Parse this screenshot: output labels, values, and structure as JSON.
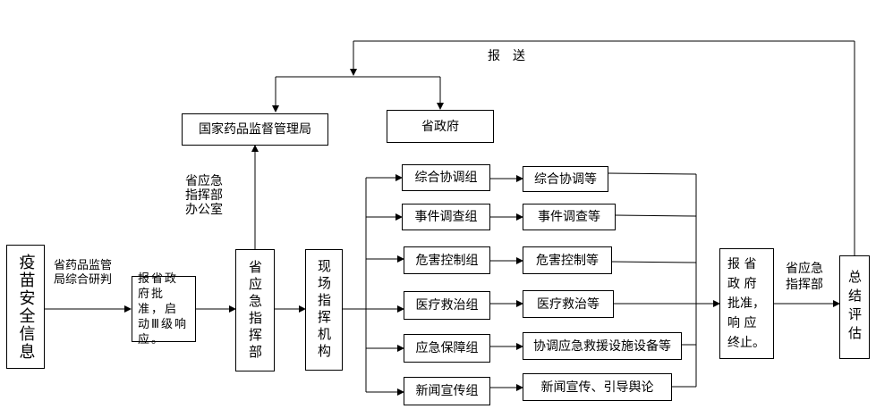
{
  "nodes": {
    "source": "疫苗安全信息",
    "report_approve": "报省政府批准，启动Ⅲ级响应。",
    "provincial_hq": "省应急指挥部",
    "onsite_command": "现场指挥机构",
    "nmpa": "国家药品监督管理局",
    "prov_gov": "省政府",
    "end_response_col1": "报省政府",
    "end_response_col2": "批准，响应终止。",
    "end_response_text": "报 省 政 府 批准， 响 应 终止。",
    "summary_eval": "总结评估"
  },
  "groups": [
    {
      "name": "综合协调组",
      "task": "综合协调等"
    },
    {
      "name": "事件调查组",
      "task": "事件调查等"
    },
    {
      "name": "危害控制组",
      "task": "危害控制等"
    },
    {
      "name": "医疗救治组",
      "task": "医疗救治等"
    },
    {
      "name": "应急保障组",
      "task": "协调应急救援设施设备等"
    },
    {
      "name": "新闻宣传组",
      "task": "新闻宣传、引导舆论"
    }
  ],
  "labels": {
    "report_send": "报　送",
    "prov_office": "省应急\n指挥部\n办公室",
    "prov_fda": "省药品监管\n局综合研判",
    "prov_hq_small": "省应急\n指挥部"
  }
}
